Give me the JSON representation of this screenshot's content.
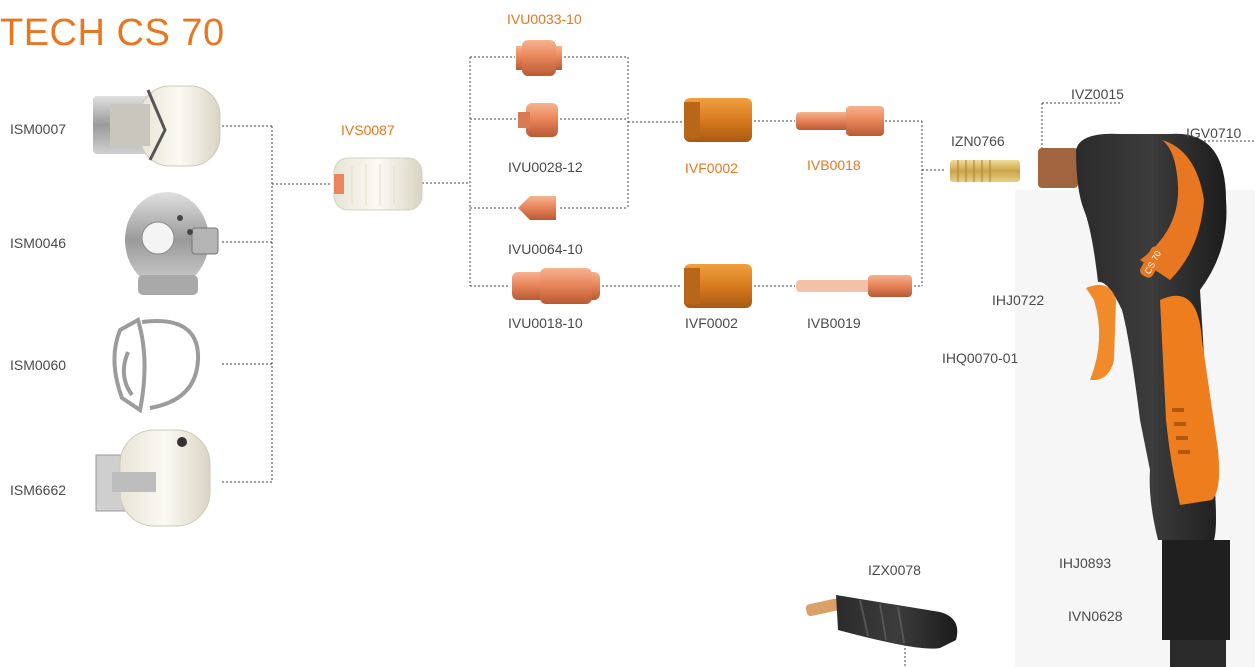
{
  "title": "TECH CS 70",
  "accent_color": "#e87722",
  "text_color": "#4a4a4a",
  "parts": {
    "ism0007": "ISM0007",
    "ism0046": "ISM0046",
    "ism0060": "ISM0060",
    "ism6662": "ISM6662",
    "ivs0087": "IVS0087",
    "ivu0033_10": "IVU0033-10",
    "ivu0028_12": "IVU0028-12",
    "ivu0064_10": "IVU0064-10",
    "ivu0018_10": "IVU0018-10",
    "ivf0002_top": "IVF0002",
    "ivf0002_bottom": "IVF0002",
    "ivb0018": "IVB0018",
    "ivb0019": "IVB0019",
    "izn0766": "IZN0766",
    "ivz0015": "IVZ0015",
    "igv0710": "IGV0710",
    "ihj0722": "IHJ0722",
    "ihq0070_01": "IHQ0070-01",
    "ihj0893": "IHJ0893",
    "ivn0628": "IVN0628",
    "izx0078": "IZX0078"
  },
  "torch_marking": "CS 70"
}
